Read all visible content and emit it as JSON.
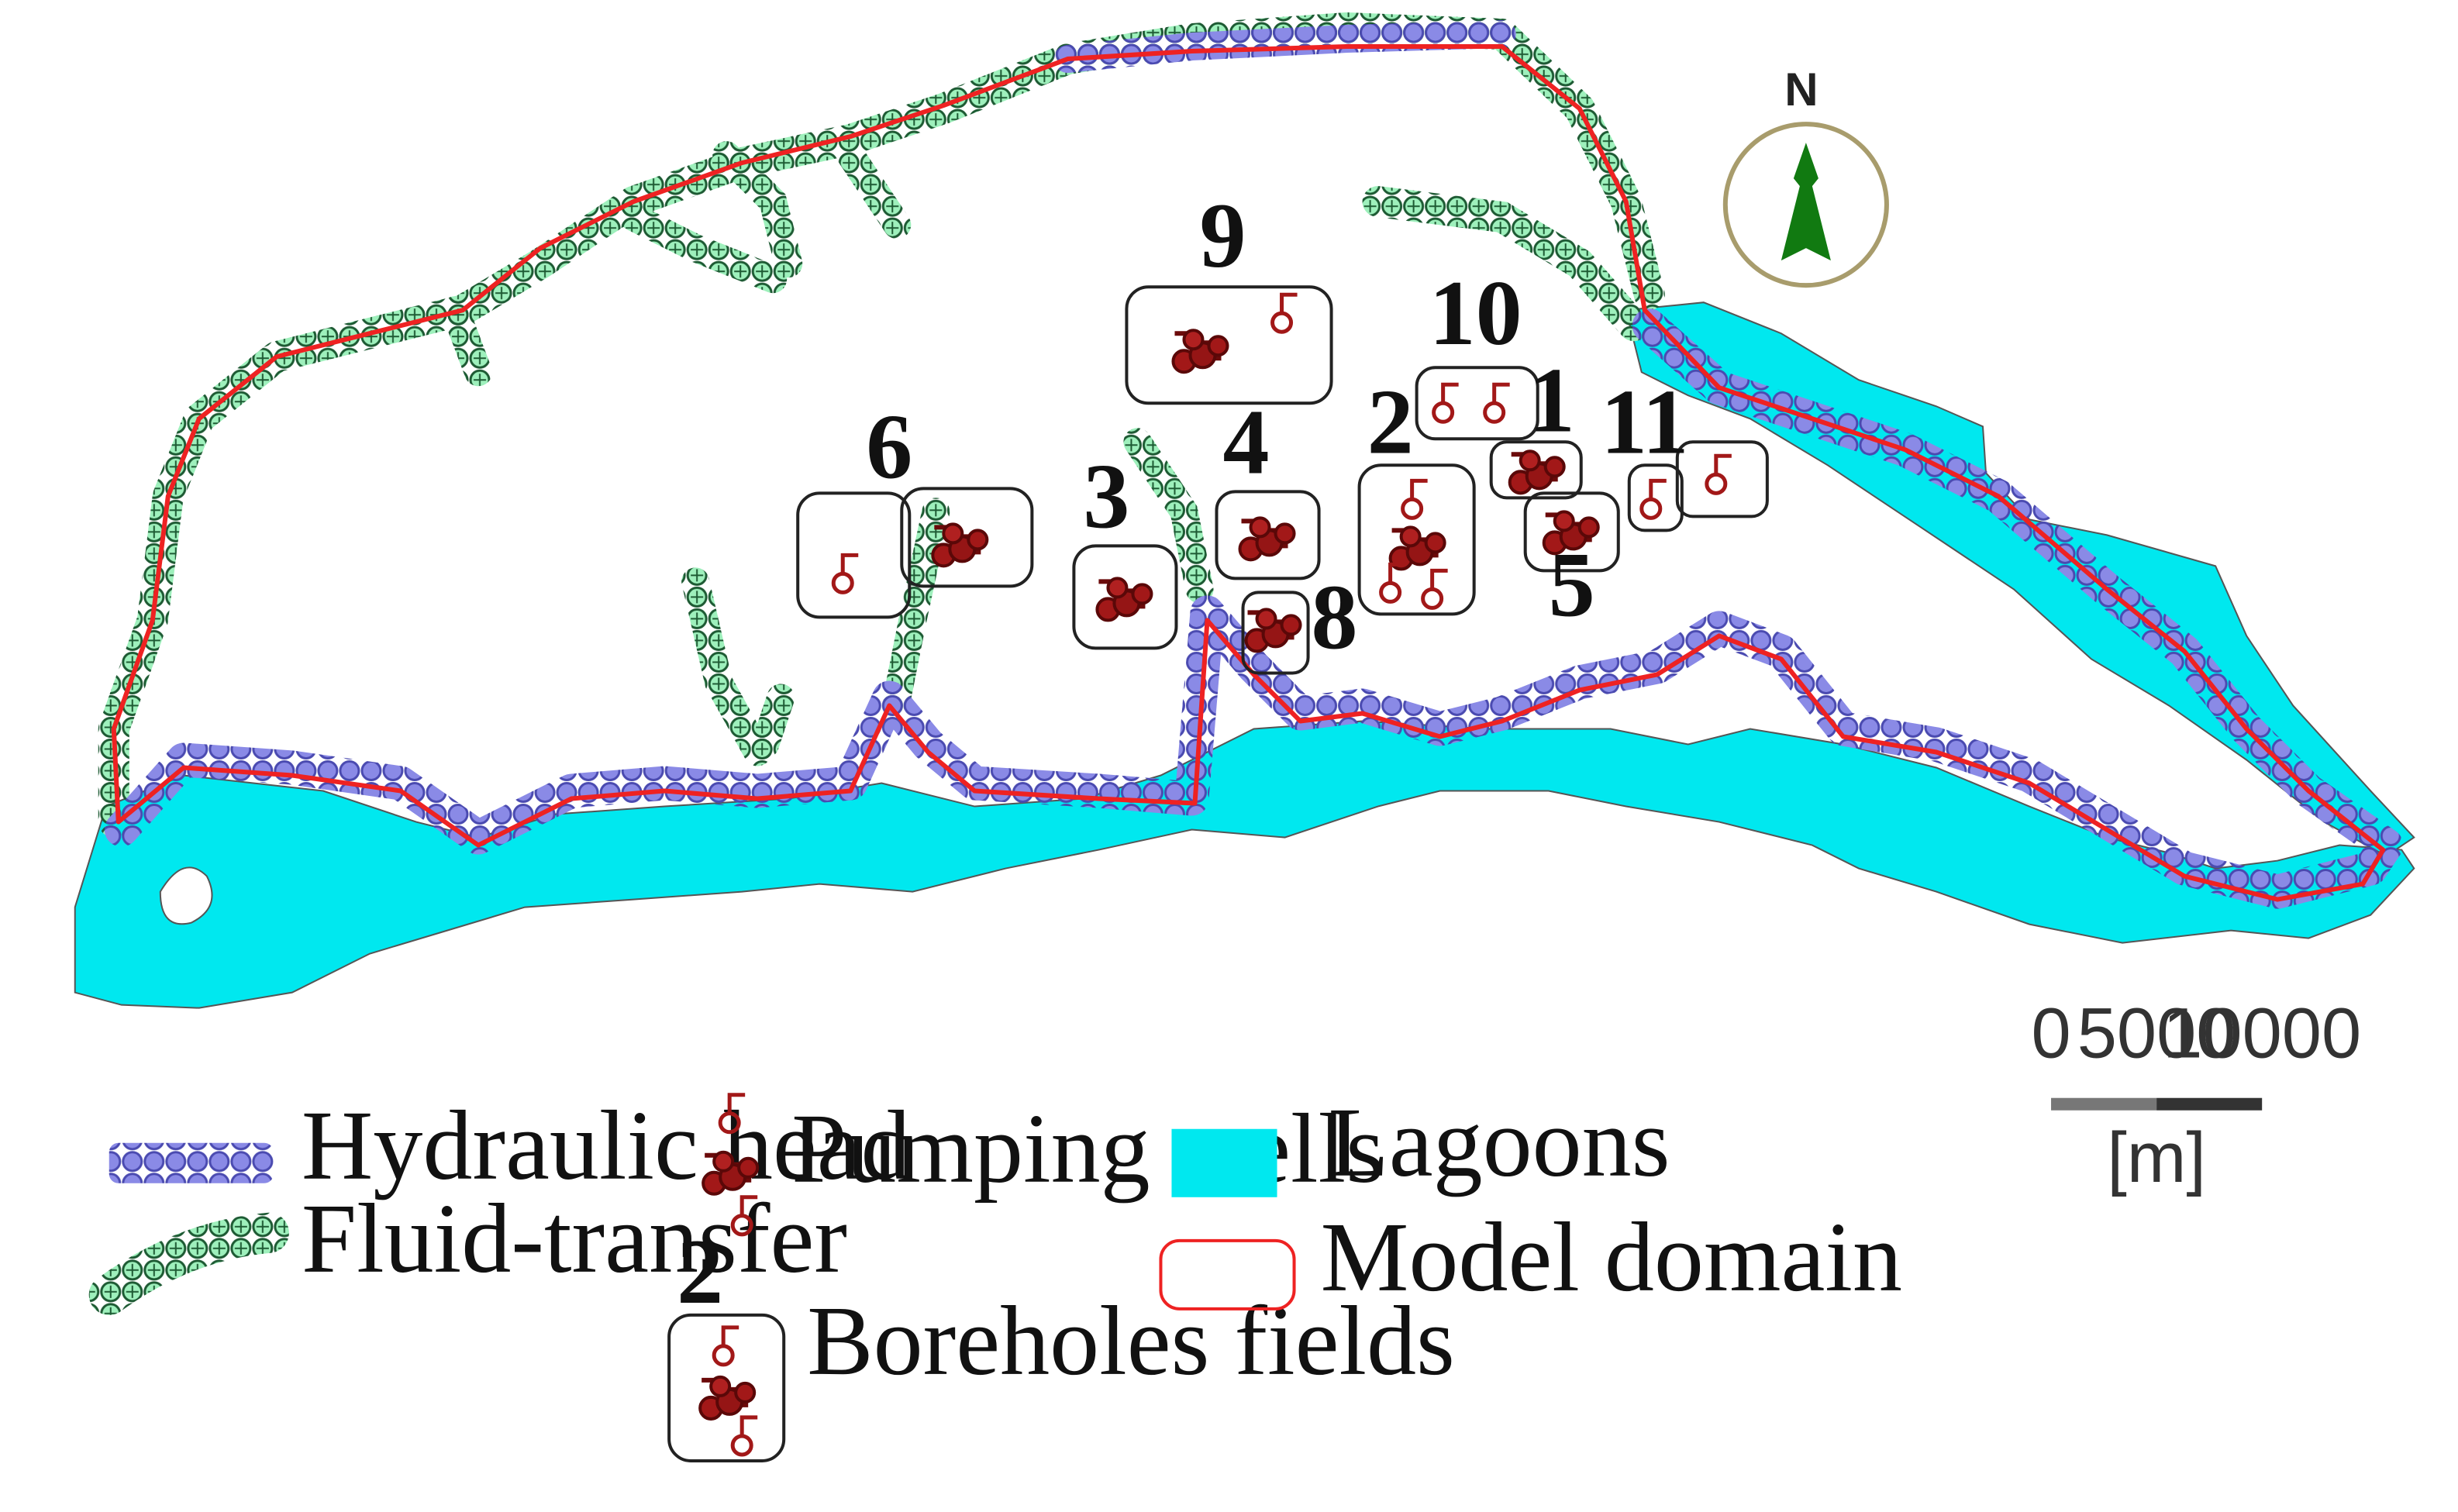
{
  "map": {
    "north_label": "N",
    "scale": {
      "ticks": [
        "0",
        "5000",
        "10000"
      ],
      "unit": "[m]"
    },
    "borehole_field_labels": [
      "9",
      "10",
      "1",
      "11",
      "2",
      "6",
      "3",
      "4",
      "5",
      "8"
    ],
    "legend": {
      "hydraulic_head": "Hydraulic head",
      "fluid_transfer": "Fluid-transfer",
      "pumping_wells": "Pumping wells",
      "boreholes_fields": "Boreholes fields",
      "boreholes_fields_example_number": "2",
      "lagoons": "Lagoons",
      "model_domain": "Model domain"
    },
    "colors": {
      "lagoon": "#00e8ef",
      "model_domain": "#ee2222",
      "hydraulic_head": "#7b7bd6",
      "fluid_transfer": "#7fe0a8",
      "pumping_wells": "#8b1010",
      "north_arrow": "#117a11"
    }
  }
}
